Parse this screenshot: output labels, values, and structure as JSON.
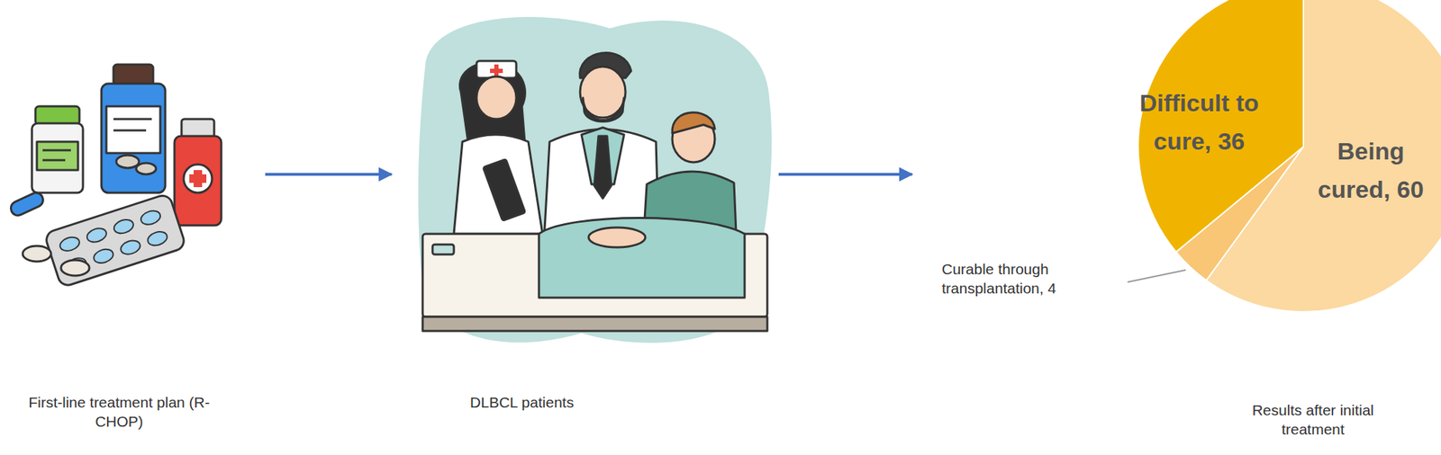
{
  "diagram": {
    "nodes": [
      {
        "text": [
          "First-line treatment plan (R-CHOP)"
        ]
      },
      {
        "text": [
          "DLBCL patients"
        ]
      },
      {
        "text": [
          "Results after initial treatment"
        ]
      }
    ],
    "edges": [
      {
        "from": 0,
        "to": 1,
        "arrow": "to"
      },
      {
        "from": 1,
        "to": 2,
        "arrow": "to"
      }
    ],
    "labels": [
      "Difficult to cure, 36",
      "Being cured, 60",
      "Curable through transplantation, 4"
    ]
  }
}
